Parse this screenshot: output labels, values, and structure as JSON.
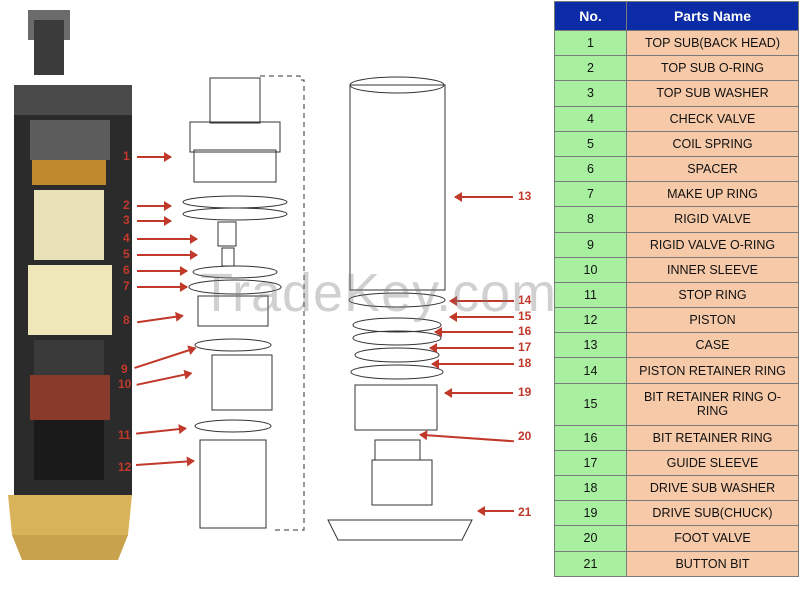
{
  "table": {
    "header_no": "No.",
    "header_name": "Parts Name",
    "rows": [
      {
        "no": "1",
        "name": "TOP SUB(BACK HEAD)"
      },
      {
        "no": "2",
        "name": "TOP SUB O-RING"
      },
      {
        "no": "3",
        "name": "TOP SUB WASHER"
      },
      {
        "no": "4",
        "name": "CHECK VALVE"
      },
      {
        "no": "5",
        "name": "COIL SPRING"
      },
      {
        "no": "6",
        "name": "SPACER"
      },
      {
        "no": "7",
        "name": "MAKE UP RING"
      },
      {
        "no": "8",
        "name": "RIGID VALVE"
      },
      {
        "no": "9",
        "name": "RIGID VALVE O-RING"
      },
      {
        "no": "10",
        "name": "INNER SLEEVE"
      },
      {
        "no": "11",
        "name": "STOP RING"
      },
      {
        "no": "12",
        "name": "PISTON"
      },
      {
        "no": "13",
        "name": "CASE"
      },
      {
        "no": "14",
        "name": "PISTON RETAINER RING"
      },
      {
        "no": "15",
        "name": "BIT RETAINER RING O-RING"
      },
      {
        "no": "16",
        "name": "BIT RETAINER RING"
      },
      {
        "no": "17",
        "name": "GUIDE SLEEVE"
      },
      {
        "no": "18",
        "name": "DRIVE SUB WASHER"
      },
      {
        "no": "19",
        "name": "DRIVE SUB(CHUCK)"
      },
      {
        "no": "20",
        "name": "FOOT VALVE"
      },
      {
        "no": "21",
        "name": "BUTTON BIT"
      }
    ]
  },
  "callouts_left": [
    "1",
    "2",
    "3",
    "4",
    "5",
    "6",
    "7",
    "8",
    "9",
    "10",
    "11",
    "12"
  ],
  "callouts_right": [
    "13",
    "14",
    "15",
    "16",
    "17",
    "18",
    "19",
    "20",
    "21"
  ],
  "watermark": "TradeKey.com",
  "colors": {
    "header": "#0b2ca6",
    "number_cell": "#a8f0a0",
    "name_cell": "#f6c9a8",
    "callout": "#c0392b"
  }
}
